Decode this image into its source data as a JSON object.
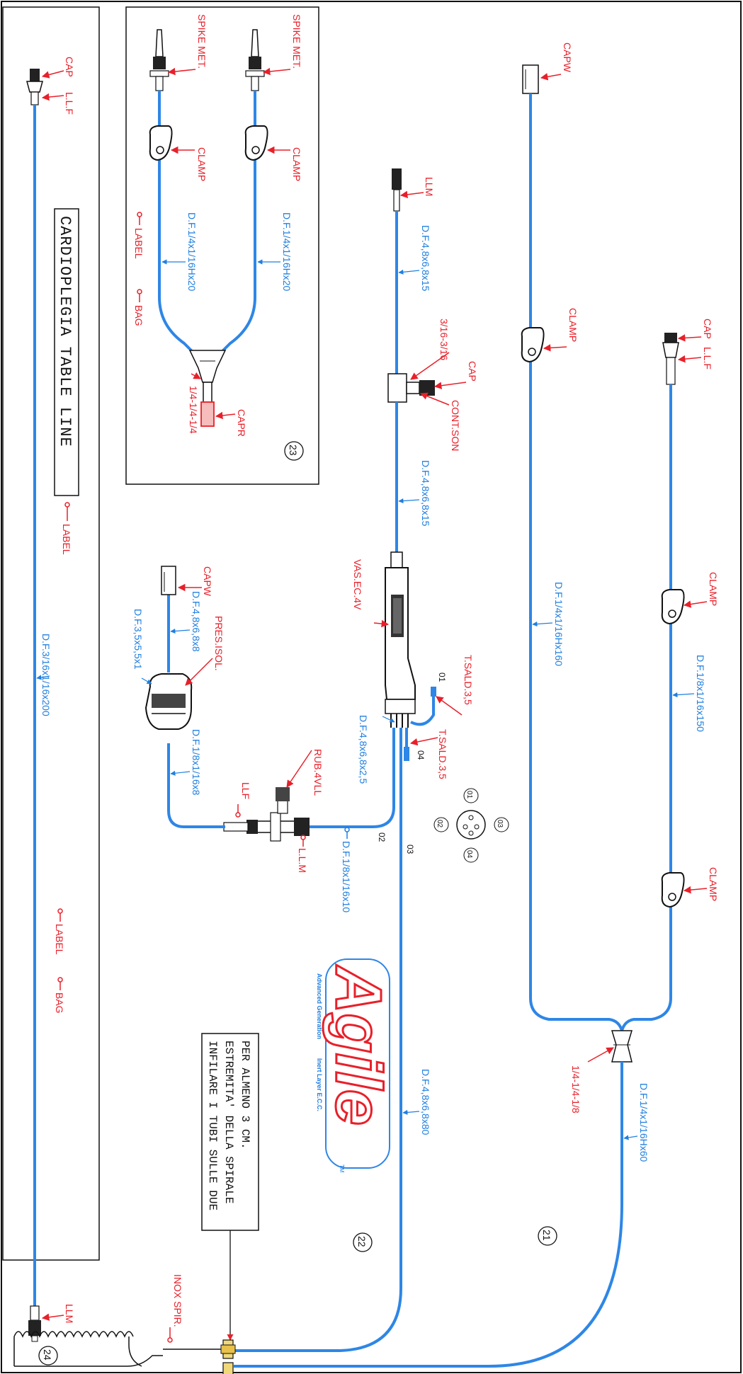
{
  "colors": {
    "tube": "#2e86e6",
    "arrow": "#e8202a",
    "label_red": "#e8202a",
    "label_blue": "#1f7fe0",
    "line": "#111111"
  },
  "title": "CARDIOPLEGIA TABLE LINE",
  "note": [
    "INFILARE I TUBI SULLE DUE",
    "ESTREMITA' DELLA SPIRALE",
    "PER ALMENO 3 CM."
  ],
  "logo": {
    "text": "Agile",
    "tagline1": "Advanced Generation",
    "tagline2": "Inert Layer E.C.C.",
    "tm": "TM"
  },
  "section_numbers": {
    "s21": "21",
    "s22": "22",
    "s23": "23",
    "s24": "24"
  },
  "s24": {
    "cap": "CAP",
    "llf": "L.L.F",
    "tube": "D.F.3/16x1/16x200",
    "label1": "LABEL",
    "label2": "LABEL",
    "bag": "BAG",
    "llm": "LLM"
  },
  "s23": {
    "spike1": "SPIKE MET.",
    "spike2": "SPIKE MET.",
    "clamp1": "CLAMP",
    "clamp2": "CLAMP",
    "tube1": "D.F.1/4x1/16Hx20",
    "tube2": "D.F.1/4x1/16Hx20",
    "label": "LABEL",
    "bag": "BAG",
    "connector": "1/4-1/4-1/4",
    "capr": "CAPR"
  },
  "s22": {
    "llm": "LLM",
    "tube_top": "D.F.4,8x6,8x15",
    "conn": "3/16-3/16",
    "cap": "CAP",
    "contson": "CONT.SON",
    "tube_mid": "D.F.4,8x6,8x15",
    "vasec": "VAS.EC.4V",
    "tsald1": "T.SALD.3,5",
    "tsald2": "T.SALD.3,5",
    "p01": "01",
    "p04": "04",
    "p02": "02",
    "p03": "03",
    "tube_out": "D.F.4,8x6,8x2,5",
    "capw": "CAPW",
    "tube_a": "D.F.4,8x6,8x8",
    "tube_b": "D.F.3,5x5,5x1",
    "presisol": "PRES.ISOL.",
    "tube_c": "D.F.1/8x1/16x8",
    "rub": "RUB.4VLL",
    "llf": "LLF",
    "llm2": "L.L.M",
    "tube_d": "D.F.1/8x1/16x10",
    "tube_long": "D.F.4,8x6,8x80",
    "ports": [
      "01",
      "02",
      "03",
      "04"
    ]
  },
  "s21": {
    "capw": "CAPW",
    "clamp_top": "CLAMP",
    "tube_main": "D.F.1/4x1/16Hx160",
    "cap": "CAP",
    "llf": "L.L.F",
    "clamp_a": "CLAMP",
    "tube_side": "D.F.1/8x1/16x150",
    "clamp_b": "CLAMP",
    "connector": "1/4-1/4-1/8",
    "tube_out": "D.F.1/4x1/16Hx60"
  },
  "inox": "INOX SPIR."
}
